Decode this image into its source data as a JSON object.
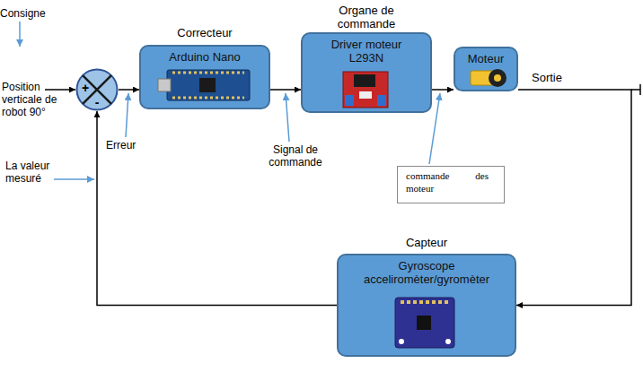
{
  "diagram": {
    "nodes": [
      {
        "text": [
          "+",
          "-"
        ]
      },
      {
        "text": [
          "Correcteur",
          "Arduino Nano"
        ]
      },
      {
        "text": [
          "Organe de commande",
          "Driver moteur L293N"
        ]
      },
      {
        "text": [
          "Moteur"
        ]
      },
      {
        "text": [
          "commande des moteur"
        ]
      },
      {
        "text": [
          "Capteur",
          "Gyroscope acceliromèter/gyromèter"
        ]
      }
    ],
    "edges": [
      {
        "from": 0,
        "to": 1,
        "arrow": "to"
      },
      {
        "from": 1,
        "to": 2,
        "arrow": "to"
      },
      {
        "from": 2,
        "to": 3,
        "arrow": "to"
      },
      {
        "from": 3,
        "to": 5,
        "arrow": "to"
      },
      {
        "from": 5,
        "to": 0,
        "arrow": "to"
      }
    ],
    "labels": [
      "Consigne",
      "Position verticale de robot 90°",
      "Erreur",
      "La valeur mesuré",
      "Signal de commande",
      "Sortie"
    ]
  }
}
